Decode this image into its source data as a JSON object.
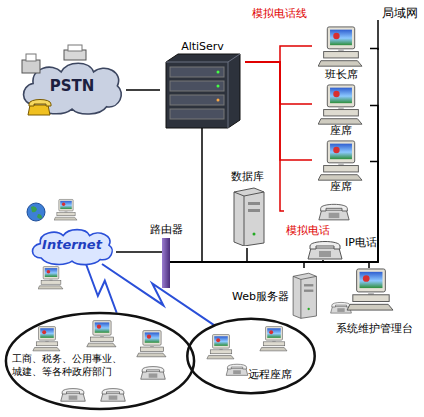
{
  "diagram": {
    "nodes": [
      {
        "text": [
          "PSTN"
        ]
      },
      {
        "text": [
          "AltiServ"
        ]
      },
      {
        "text": [
          "班长席"
        ]
      },
      {
        "text": [
          "座席"
        ]
      },
      {
        "text": [
          "座席"
        ]
      },
      {
        "text": [
          "模拟电话"
        ]
      },
      {
        "text": [
          "数据库"
        ]
      },
      {
        "text": [
          "IP电话"
        ]
      },
      {
        "text": [
          "路由器"
        ]
      },
      {
        "text": [
          "Internet"
        ]
      },
      {
        "text": [
          "Web服务器"
        ]
      },
      {
        "text": [
          "系统维护管理台"
        ]
      },
      {
        "text": [
          "工商、税务、公用事业、 城建、等各种政府部门"
        ]
      },
      {
        "text": [
          "远程座席"
        ]
      }
    ],
    "edges": [
      {
        "from": 0,
        "to": 1,
        "arrow": "none"
      },
      {
        "from": 1,
        "to": 2,
        "arrow": "none"
      },
      {
        "from": 1,
        "to": 3,
        "arrow": "none"
      },
      {
        "from": 1,
        "to": 4,
        "arrow": "none"
      },
      {
        "from": 1,
        "to": 5,
        "arrow": "none"
      },
      {
        "from": 9,
        "to": 8,
        "arrow": "none"
      },
      {
        "from": 8,
        "to": 1,
        "arrow": "none"
      },
      {
        "from": 8,
        "to": 6,
        "arrow": "none"
      },
      {
        "from": 8,
        "to": 7,
        "arrow": "none"
      },
      {
        "from": 8,
        "to": 10,
        "arrow": "none"
      },
      {
        "from": 8,
        "to": 11,
        "arrow": "none"
      },
      {
        "from": 8,
        "to": 2,
        "arrow": "none"
      },
      {
        "from": 8,
        "to": 3,
        "arrow": "none"
      },
      {
        "from": 8,
        "to": 4,
        "arrow": "none"
      },
      {
        "from": 9,
        "to": 12,
        "arrow": "none"
      },
      {
        "from": 9,
        "to": 13,
        "arrow": "none"
      }
    ],
    "labels": [
      "模拟电话线",
      "局域网"
    ]
  }
}
